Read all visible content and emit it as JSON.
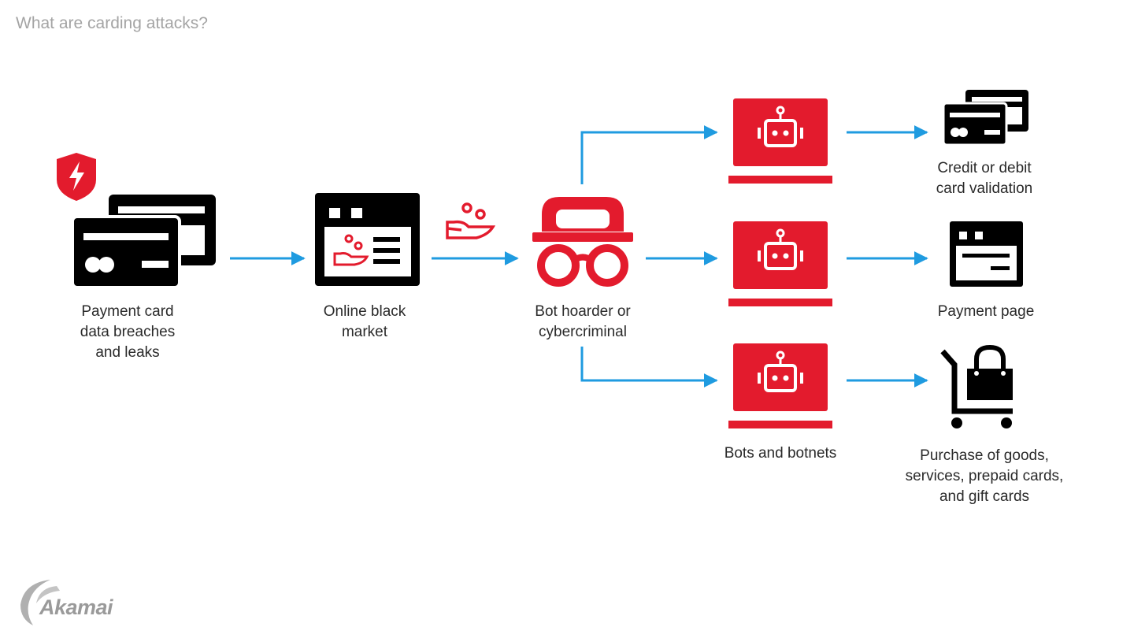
{
  "title": "What are carding attacks?",
  "colors": {
    "accent_red": "#e31b2d",
    "arrow_blue": "#1f9be0",
    "icon_black": "#000000",
    "label_gray": "#a4a4a4"
  },
  "nodes": {
    "breaches": {
      "line1": "Payment card",
      "line2": "data breaches",
      "line3": "and leaks",
      "icons": [
        "shield-bolt-icon",
        "credit-cards-icon"
      ]
    },
    "market": {
      "line1": "Online black",
      "line2": "market",
      "icons": [
        "browser-window-icon",
        "hand-coins-icon"
      ]
    },
    "criminal": {
      "line1": "Bot hoarder or",
      "line2": "cybercriminal",
      "icons": [
        "spy-hat-glasses-icon",
        "hand-coins-icon"
      ]
    },
    "bots": {
      "label": "Bots and botnets",
      "icons": [
        "laptop-robot-icon"
      ]
    },
    "validation": {
      "line1": "Credit or debit",
      "line2": "card validation",
      "icons": [
        "credit-cards-icon"
      ]
    },
    "payment": {
      "label": "Payment page",
      "icons": [
        "browser-window-icon"
      ]
    },
    "purchase": {
      "line1": "Purchase of goods,",
      "line2": "services, prepaid cards,",
      "line3": "and gift cards",
      "icons": [
        "shopping-cart-bag-icon"
      ]
    }
  },
  "logo": {
    "text": "Akamai"
  }
}
